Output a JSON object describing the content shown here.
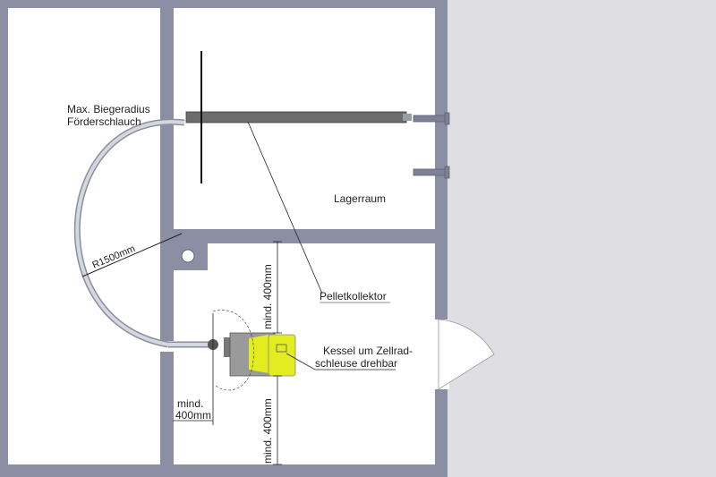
{
  "labels": {
    "hose_max_bend_line1": "Max. Biegeradius",
    "hose_max_bend_line2": "Förderschlauch",
    "radius": "R1500mm",
    "storage_room": "Lagerraum",
    "pellet_collector": "Pelletkollektor",
    "boiler_line1": "Kessel um Zellrad-",
    "boiler_line2": "schleuse drehbar",
    "clearance_top": "mind. 400mm",
    "clearance_bottom": "mind. 400mm",
    "clearance_left_line1": "mind.",
    "clearance_left_line2": "400mm"
  },
  "colors": {
    "wall": "#8c8fa4",
    "wall_outline": "#5f6275",
    "floor": "#ffffff",
    "outside": "#dedee3",
    "collector": "#6a6d6a",
    "hose": "#b3b6c2",
    "boiler_yellow": "#e3ec1e",
    "boiler_body": "#9a9a9a"
  }
}
